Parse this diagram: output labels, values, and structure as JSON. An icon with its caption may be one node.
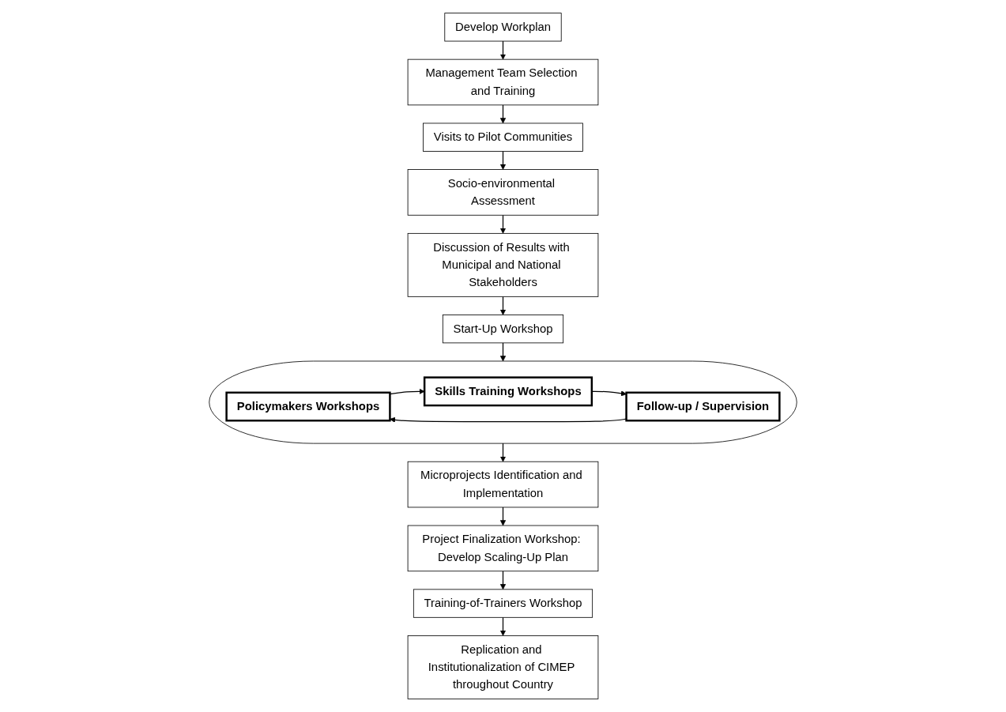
{
  "diagram": {
    "nodes": [
      {
        "text": [
          "Develop Workplan"
        ]
      },
      {
        "text": [
          "Management Team Selection and Training"
        ]
      },
      {
        "text": [
          "Visits to Pilot Communities"
        ]
      },
      {
        "text": [
          "Socio-environmental Assessment"
        ]
      },
      {
        "text": [
          "Discussion of Results with Municipal and National Stakeholders"
        ]
      },
      {
        "text": [
          "Start-Up Workshop"
        ]
      },
      {
        "text": [],
        "shape": "ellipse"
      },
      {
        "text": [
          "Policymakers Workshops"
        ],
        "in": 6
      },
      {
        "text": [
          "Skills Training Workshops"
        ],
        "in": 6
      },
      {
        "text": [
          "Follow-up / Supervision"
        ],
        "in": 6
      },
      {
        "text": [
          "Microprojects Identification and Implementation"
        ]
      },
      {
        "text": [
          "Project Finalization Workshop: Develop Scaling-Up Plan"
        ]
      },
      {
        "text": [
          "Training-of-Trainers Workshop"
        ]
      },
      {
        "text": [
          "Replication and Institutionalization of CIMEP throughout Country"
        ]
      }
    ],
    "edges": [
      {
        "from": 0,
        "to": 1,
        "arrow": "to"
      },
      {
        "from": 1,
        "to": 2,
        "arrow": "to"
      },
      {
        "from": 2,
        "to": 3,
        "arrow": "to"
      },
      {
        "from": 3,
        "to": 4,
        "arrow": "to"
      },
      {
        "from": 4,
        "to": 5,
        "arrow": "to"
      },
      {
        "from": 5,
        "to": 6,
        "arrow": "to"
      },
      {
        "from": 7,
        "to": 8,
        "arrow": "to"
      },
      {
        "from": 8,
        "to": 9,
        "arrow": "to"
      },
      {
        "from": 9,
        "to": 7,
        "arrow": "to"
      },
      {
        "from": 6,
        "to": 10,
        "arrow": "to"
      },
      {
        "from": 10,
        "to": 11,
        "arrow": "to"
      },
      {
        "from": 11,
        "to": 12,
        "arrow": "to"
      },
      {
        "from": 12,
        "to": 13,
        "arrow": "to"
      }
    ]
  }
}
